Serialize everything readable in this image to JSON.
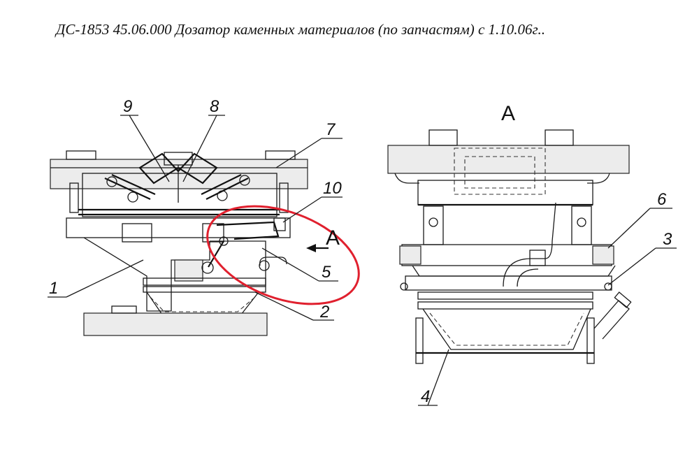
{
  "title": "ДС-1853 45.06.000 Дозатор каменных материалов (по запчастям) с 1.10.06г..",
  "callouts": [
    "1",
    "2",
    "3",
    "4",
    "5",
    "6",
    "7",
    "8",
    "9",
    "10"
  ],
  "view_labels": {
    "section_arrow": "A",
    "view_title": "A"
  },
  "highlight_color": "#e0202e"
}
